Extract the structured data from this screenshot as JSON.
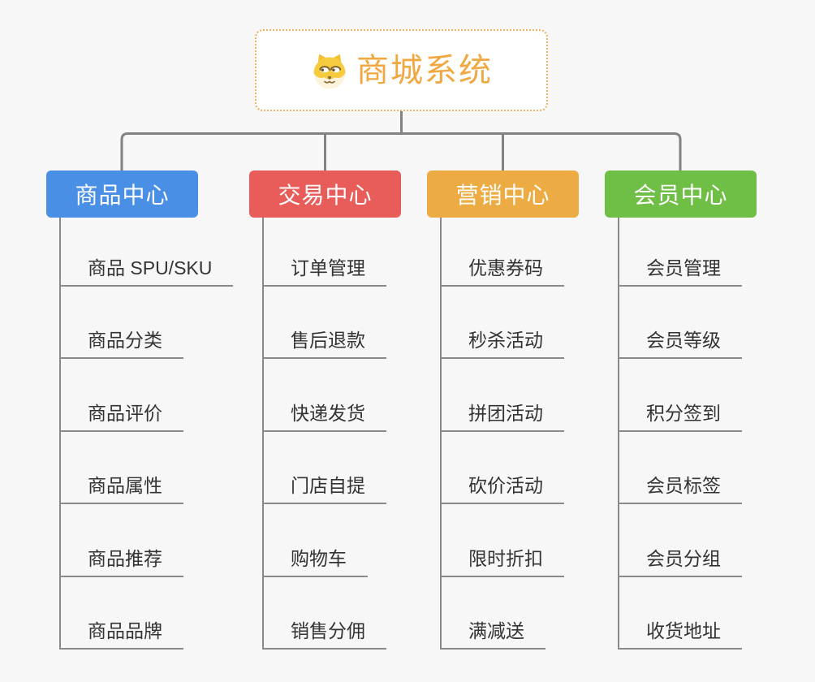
{
  "canvas": {
    "background": "#f7f7f7",
    "connector_color": "#828282",
    "leaf_line_color": "#8a8a8a",
    "leaf_text_color": "#333333"
  },
  "root": {
    "title": "商城系统",
    "icon": "doge-icon",
    "title_color": "#f0a843",
    "border_color": "#ecb161",
    "background": "#ffffff"
  },
  "branches": [
    {
      "label": "商品中心",
      "color": "#4a8fe6",
      "items": [
        "商品 SPU/SKU",
        "商品分类",
        "商品评价",
        "商品属性",
        "商品推荐",
        "商品品牌"
      ]
    },
    {
      "label": "交易中心",
      "color": "#e85c5a",
      "items": [
        "订单管理",
        "售后退款",
        "快递发货",
        "门店自提",
        "购物车",
        "销售分佣"
      ]
    },
    {
      "label": "营销中心",
      "color": "#edac43",
      "items": [
        "优惠券码",
        "秒杀活动",
        "拼团活动",
        "砍价活动",
        "限时折扣",
        "满减送"
      ]
    },
    {
      "label": "会员中心",
      "color": "#6fbe45",
      "items": [
        "会员管理",
        "会员等级",
        "积分签到",
        "会员标签",
        "会员分组",
        "收货地址"
      ]
    }
  ]
}
